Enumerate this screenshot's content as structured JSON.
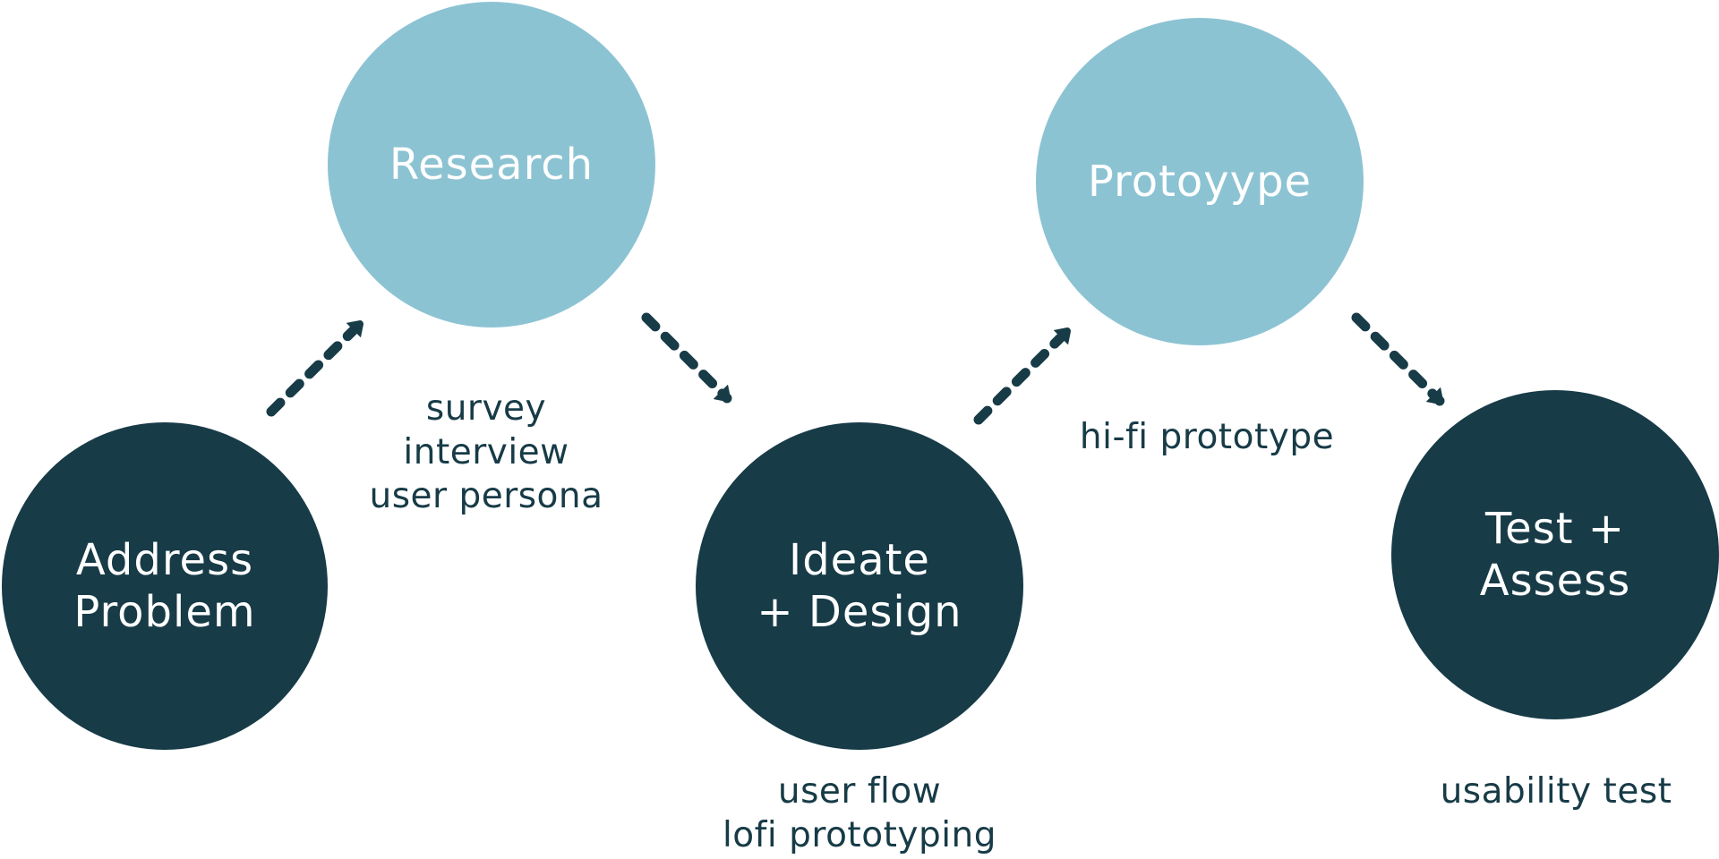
{
  "colors": {
    "dark_stage": "#173b47",
    "light_stage": "#8cc3d3",
    "stage_text": "#ffffff",
    "activity_text": "#173b47",
    "arrow": "#173b47",
    "background": "#ffffff"
  },
  "stages": [
    {
      "id": "address-problem",
      "lines": [
        "Address",
        "Problem"
      ],
      "tone": "dark"
    },
    {
      "id": "research",
      "lines": [
        "Research"
      ],
      "tone": "light"
    },
    {
      "id": "ideate-design",
      "lines": [
        "Ideate",
        "+ Design"
      ],
      "tone": "dark"
    },
    {
      "id": "protoyype",
      "lines": [
        "Protoyype"
      ],
      "tone": "light"
    },
    {
      "id": "test-assess",
      "lines": [
        "Test +",
        "Assess"
      ],
      "tone": "dark"
    }
  ],
  "activities": {
    "research": [
      "survey",
      "interview",
      "user persona"
    ],
    "ideate_design": [
      "user flow",
      "lofi prototyping"
    ],
    "protoyype": [
      "hi-fi prototype"
    ],
    "test_assess": [
      "usability test"
    ]
  },
  "connections": [
    {
      "from": "address-problem",
      "to": "research",
      "style": "dashed-arrow"
    },
    {
      "from": "research",
      "to": "ideate-design",
      "style": "dashed-arrow"
    },
    {
      "from": "ideate-design",
      "to": "protoyype",
      "style": "dashed-arrow"
    },
    {
      "from": "protoyype",
      "to": "test-assess",
      "style": "dashed-arrow"
    }
  ]
}
